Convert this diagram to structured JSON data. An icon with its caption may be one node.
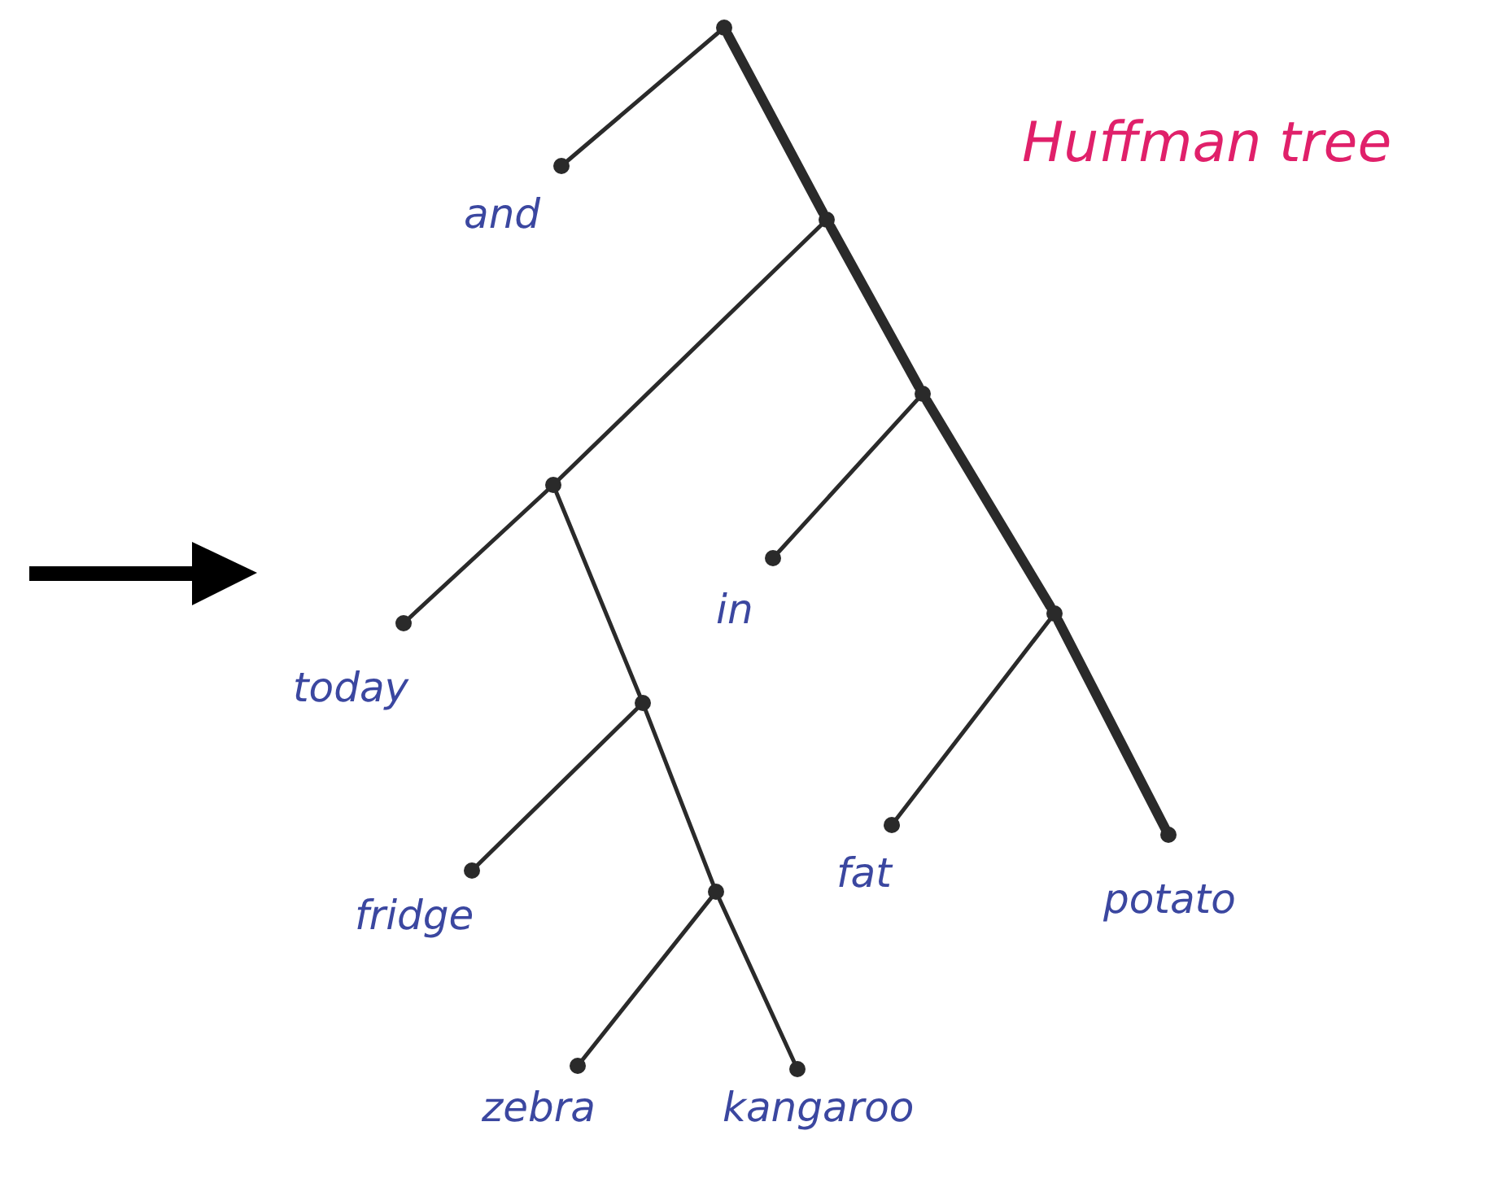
{
  "diagram": {
    "title": "Huffman tree",
    "nodes": [
      {
        "text": [],
        "shape": "circle"
      },
      {
        "text": [
          "and"
        ]
      },
      {
        "text": [],
        "shape": "circle"
      },
      {
        "text": [],
        "shape": "circle"
      },
      {
        "text": [],
        "shape": "circle"
      },
      {
        "text": [
          "in"
        ]
      },
      {
        "text": [
          "today"
        ]
      },
      {
        "text": [],
        "shape": "circle"
      },
      {
        "text": [],
        "shape": "circle"
      },
      {
        "text": [
          "fridge"
        ]
      },
      {
        "text": [],
        "shape": "circle"
      },
      {
        "text": [
          "fat"
        ]
      },
      {
        "text": [
          "potato"
        ]
      },
      {
        "text": [
          "zebra"
        ]
      },
      {
        "text": [
          "kangaroo"
        ]
      }
    ],
    "edges": [
      {
        "from": 0,
        "to": 1,
        "arrow": "none"
      },
      {
        "from": 0,
        "to": 2,
        "arrow": "none",
        "style": "thick"
      },
      {
        "from": 2,
        "to": 4,
        "arrow": "none"
      },
      {
        "from": 2,
        "to": 3,
        "arrow": "none",
        "style": "thick"
      },
      {
        "from": 3,
        "to": 5,
        "arrow": "none"
      },
      {
        "from": 3,
        "to": 8,
        "arrow": "none",
        "style": "thick"
      },
      {
        "from": 4,
        "to": 6,
        "arrow": "none"
      },
      {
        "from": 4,
        "to": 7,
        "arrow": "none"
      },
      {
        "from": 7,
        "to": 9,
        "arrow": "none"
      },
      {
        "from": 7,
        "to": 10,
        "arrow": "none"
      },
      {
        "from": 8,
        "to": 11,
        "arrow": "none"
      },
      {
        "from": 8,
        "to": 12,
        "arrow": "none",
        "style": "thick"
      },
      {
        "from": 10,
        "to": 13,
        "arrow": "none"
      },
      {
        "from": 10,
        "to": 14,
        "arrow": "none"
      }
    ]
  }
}
